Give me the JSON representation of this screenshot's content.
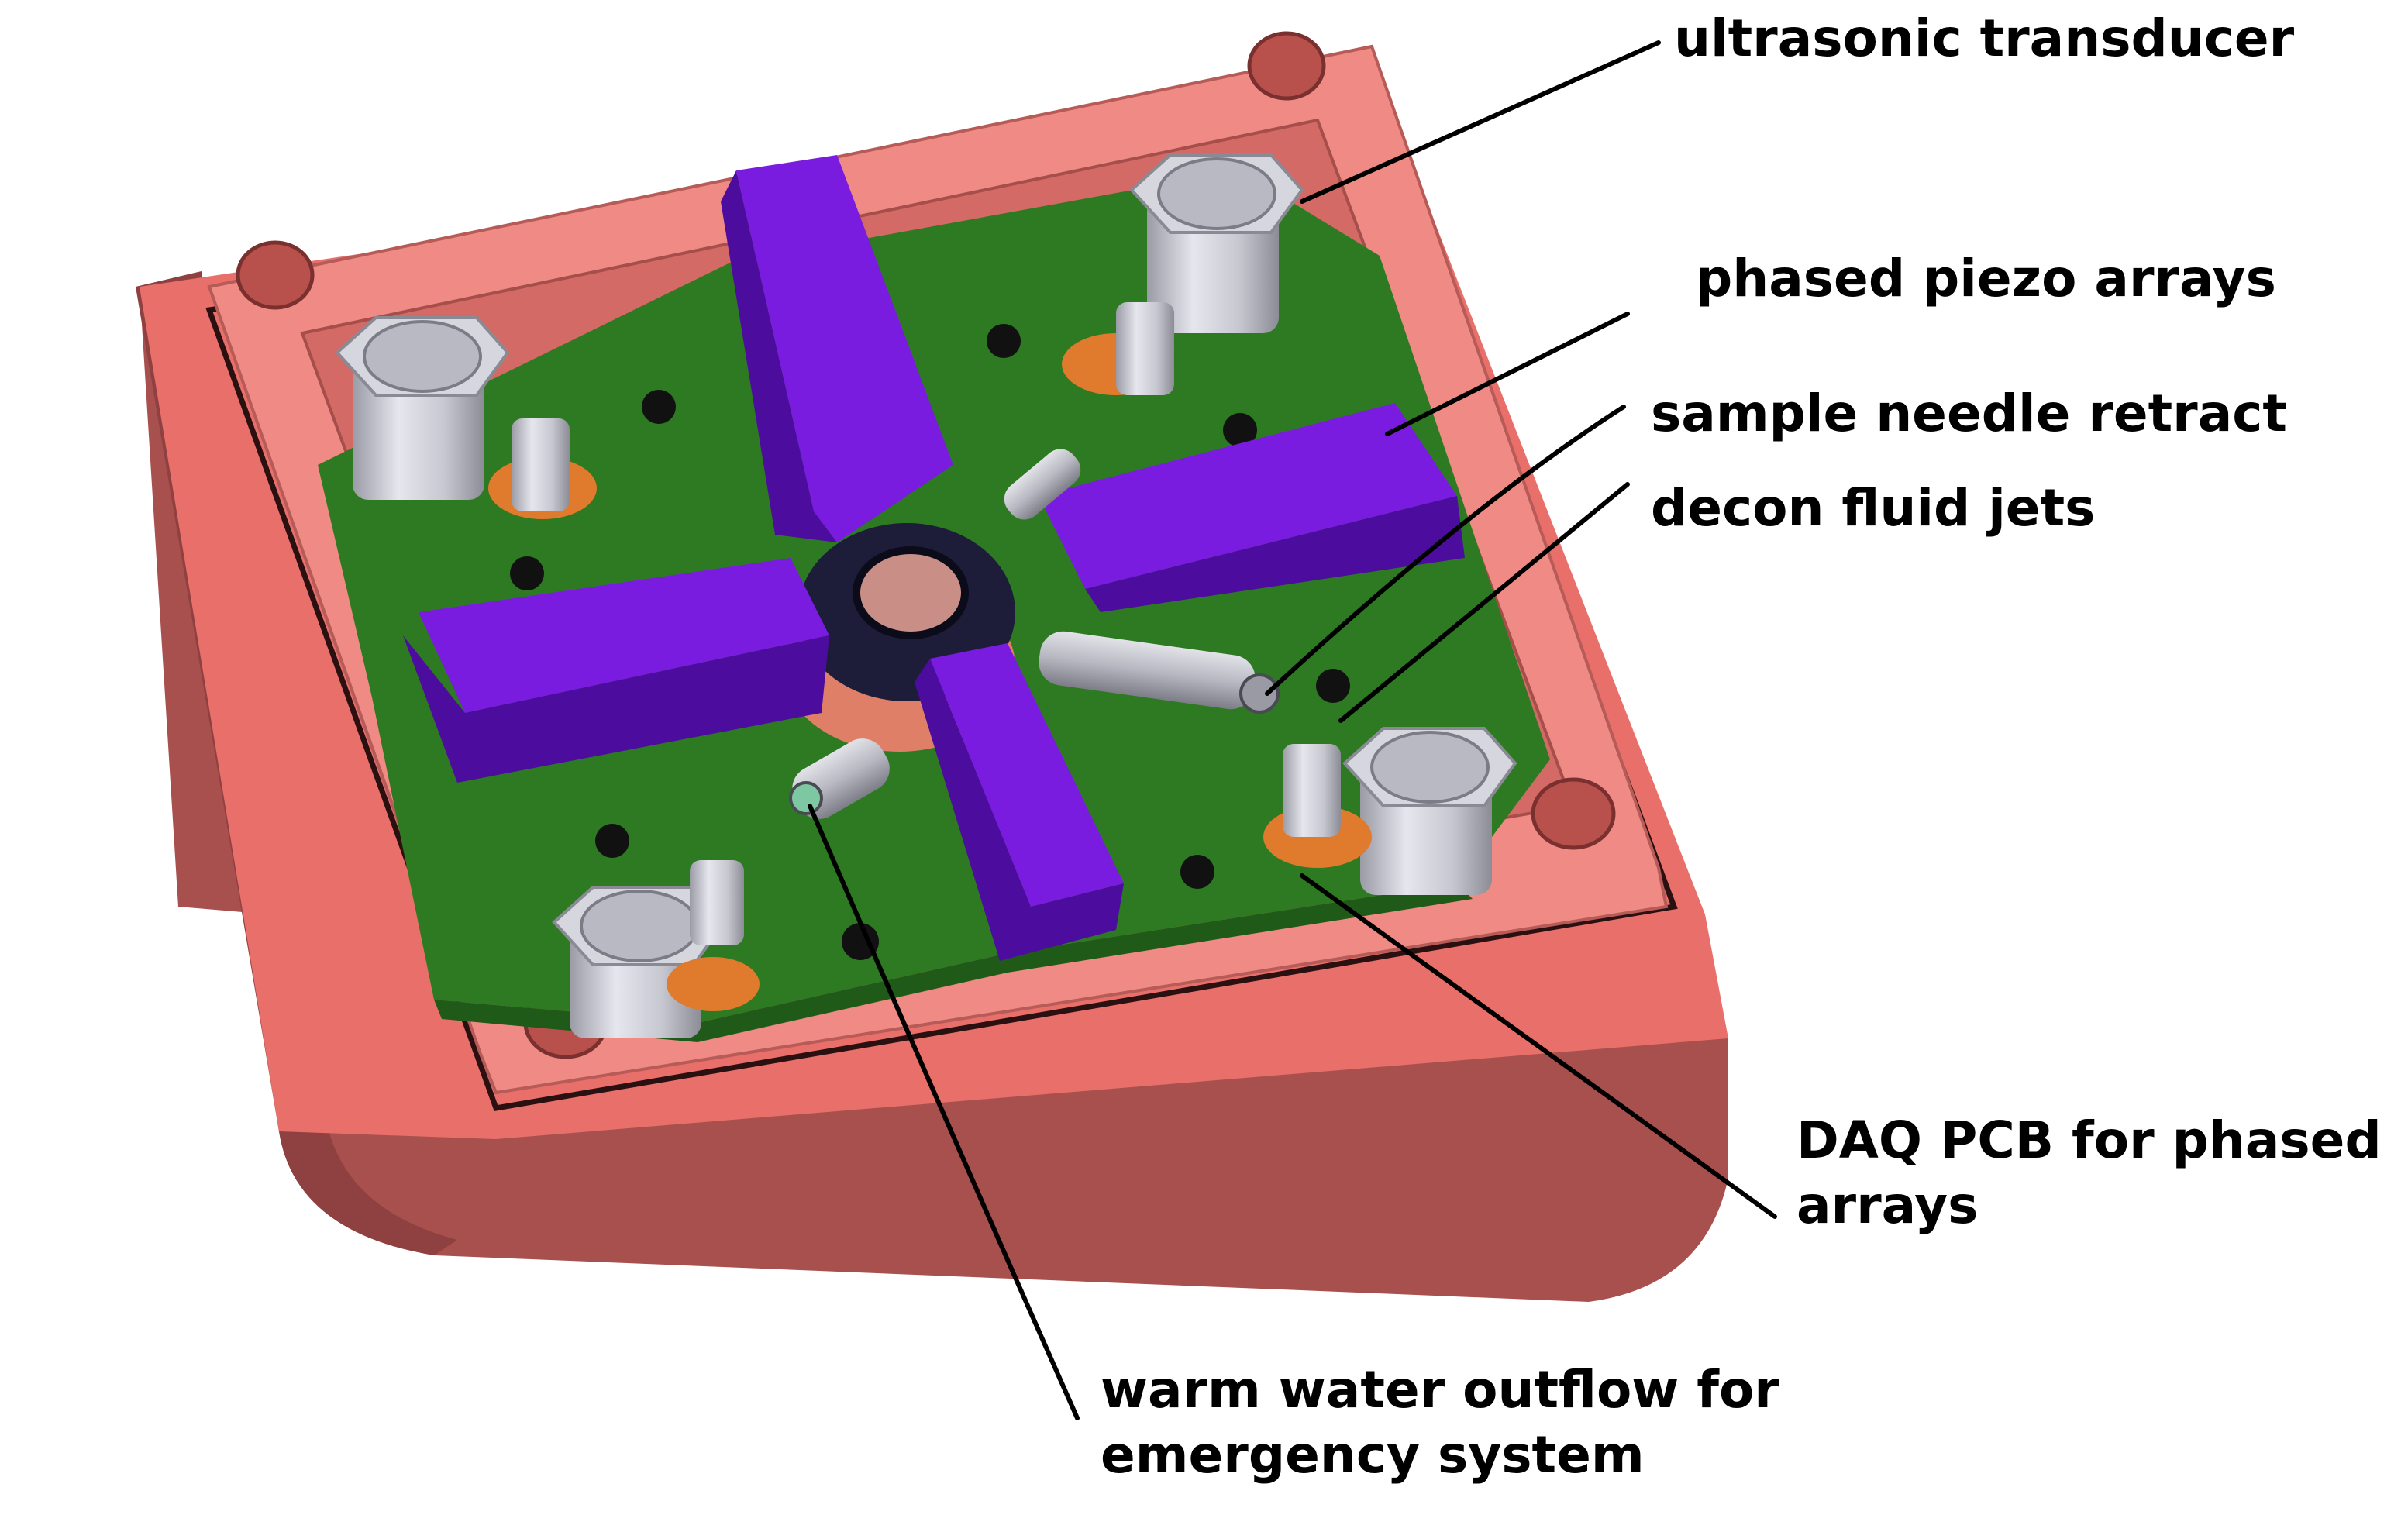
{
  "labels": {
    "ultrasonic_transducer": "ultrasonic transducer",
    "phased_piezo_arrays": "phased piezo arrays",
    "sample_needle_retract": "sample needle retract",
    "decon_fluid_jets": "decon fluid jets",
    "daq_pcb_line1": "DAQ PCB for phased",
    "daq_pcb_line2": "arrays",
    "warm_water_line1": "warm water outflow for",
    "warm_water_line2": "emergency system"
  },
  "colors": {
    "housing_top": "#e86f6a",
    "housing_front": "#a8504e",
    "housing_side": "#8f4040",
    "pcb": "#2d7a22",
    "piezo_array": "#7a1ce0",
    "piezo_array_dark": "#4c0d9e",
    "transducer": "#c9c9d1",
    "hub": "#1d1d3a",
    "leader_line": "#000000"
  }
}
